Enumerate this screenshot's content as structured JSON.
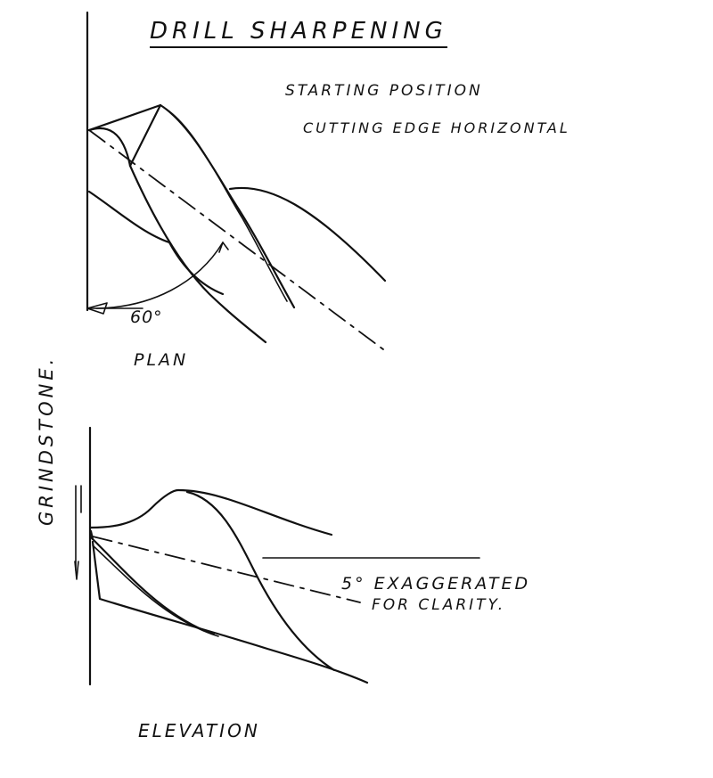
{
  "diagram": {
    "title": "DRILL SHARPENING",
    "subtitle_line1": "STARTING POSITION",
    "subtitle_line2": "CUTTING EDGE HORIZONTAL",
    "angle_label": "60°",
    "plan_label": "PLAN",
    "side_label": "GRINDSTONE.",
    "note_line1": "5° EXAGGERATED",
    "note_line2": "FOR CLARITY.",
    "elevation_label": "ELEVATION"
  }
}
